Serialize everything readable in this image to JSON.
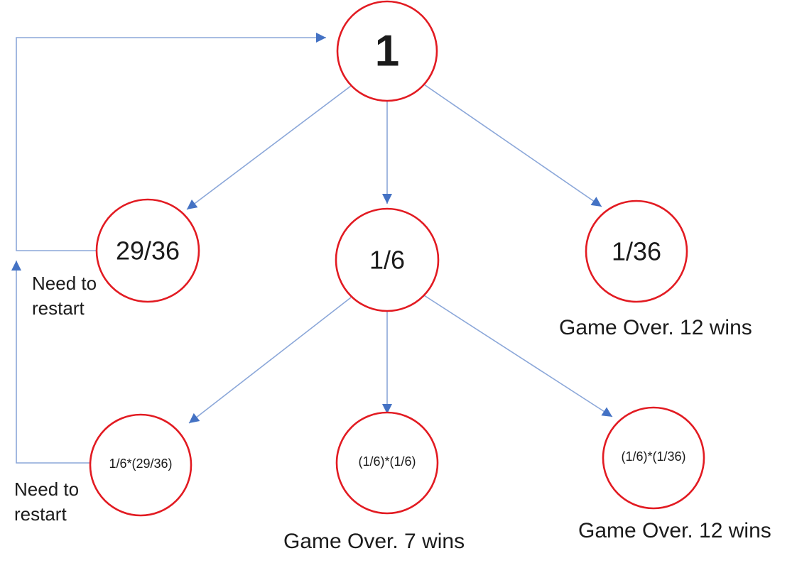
{
  "colors": {
    "background": "#ffffff",
    "node_stroke": "#e21b22",
    "edge_line": "#8ba7d9",
    "arrowhead": "#4472c4",
    "text": "#1b1b1b"
  },
  "nodes": {
    "root": {
      "label": "1"
    },
    "mid_left": {
      "label": "29/36"
    },
    "mid_center": {
      "label": "1/6"
    },
    "mid_right": {
      "label": "1/36"
    },
    "bottom_left": {
      "label": "1/6*(29/36)"
    },
    "bottom_center": {
      "label": "(1/6)*(1/6)"
    },
    "bottom_right": {
      "label": "(1/6)*(1/36)"
    }
  },
  "annotations": {
    "need_restart_mid": {
      "line1": "Need to",
      "line2": "restart"
    },
    "need_restart_bottom": {
      "line1": "Need to",
      "line2": "restart"
    },
    "game_over_mid_right": "Game Over. 12 wins",
    "game_over_bottom_center": "Game Over. 7 wins",
    "game_over_bottom_right": "Game Over. 12 wins"
  }
}
